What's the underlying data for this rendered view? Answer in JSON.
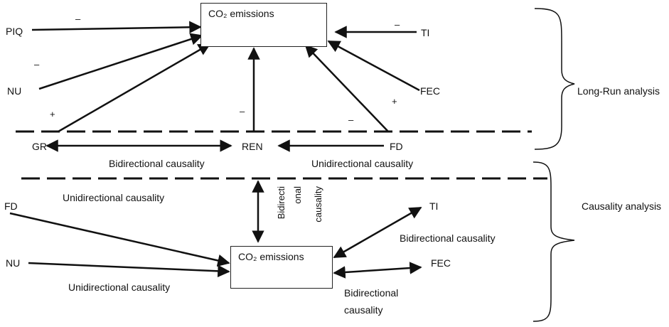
{
  "upper": {
    "box_label": "CO₂ emissions",
    "nodes": {
      "piq": "PIQ",
      "nu": "NU",
      "ti": "TI",
      "fec": "FEC",
      "gr": "GR",
      "ren": "REN",
      "fd": "FD"
    },
    "signs": {
      "piq": "–",
      "nu": "–",
      "gr": "+",
      "ren": "–",
      "fd": "–",
      "fec": "+",
      "ti": "–"
    },
    "gr_ren_label": "Bidirectional causality",
    "ren_fd_label": "Unidirectional causality"
  },
  "lower": {
    "box_label": "CO₂ emissions",
    "nodes": {
      "fd": "FD",
      "nu": "NU",
      "ti": "TI",
      "fec": "FEC"
    },
    "fd_label": "Unidirectional causality",
    "nu_label": "Unidirectional causality",
    "ren_vertical_line1": "Bidirecti",
    "ren_vertical_line2": "onal",
    "ren_vertical_line3": "causality",
    "ti_label": "Bidirectional causality",
    "fec_label_line1": "Bidirectional",
    "fec_label_line2": "causality"
  },
  "brackets": {
    "long_run": "Long-Run analysis",
    "causality": "Causality analysis"
  }
}
